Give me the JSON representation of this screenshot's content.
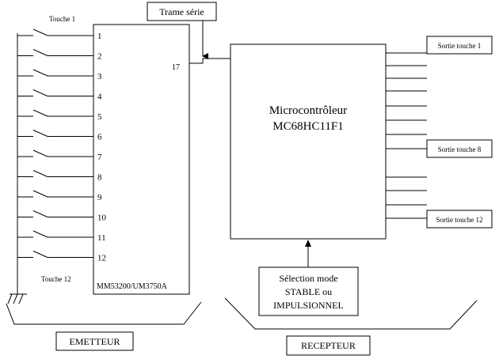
{
  "emitter": {
    "chip_label": "MM53200/UM3750A",
    "pin_out_label": "17",
    "pins": [
      "1",
      "2",
      "3",
      "4",
      "5",
      "6",
      "7",
      "8",
      "9",
      "10",
      "11",
      "12"
    ],
    "key_first_label": "Touche 1",
    "key_last_label": "Touche 12",
    "section_label": "EMETTEUR"
  },
  "signal": {
    "label": "Trame série"
  },
  "receiver": {
    "mcu_line1": "Microcontrôleur",
    "mcu_line2": "MC68HC11F1",
    "outputs": [
      "Sortie touche 1",
      "Sortie touche 8",
      "Sortie touche 12"
    ],
    "mode_line1": "Sélection mode",
    "mode_line2": "STABLE ou",
    "mode_line3": "IMPULSIONNEL",
    "section_label": "RECEPTEUR"
  }
}
